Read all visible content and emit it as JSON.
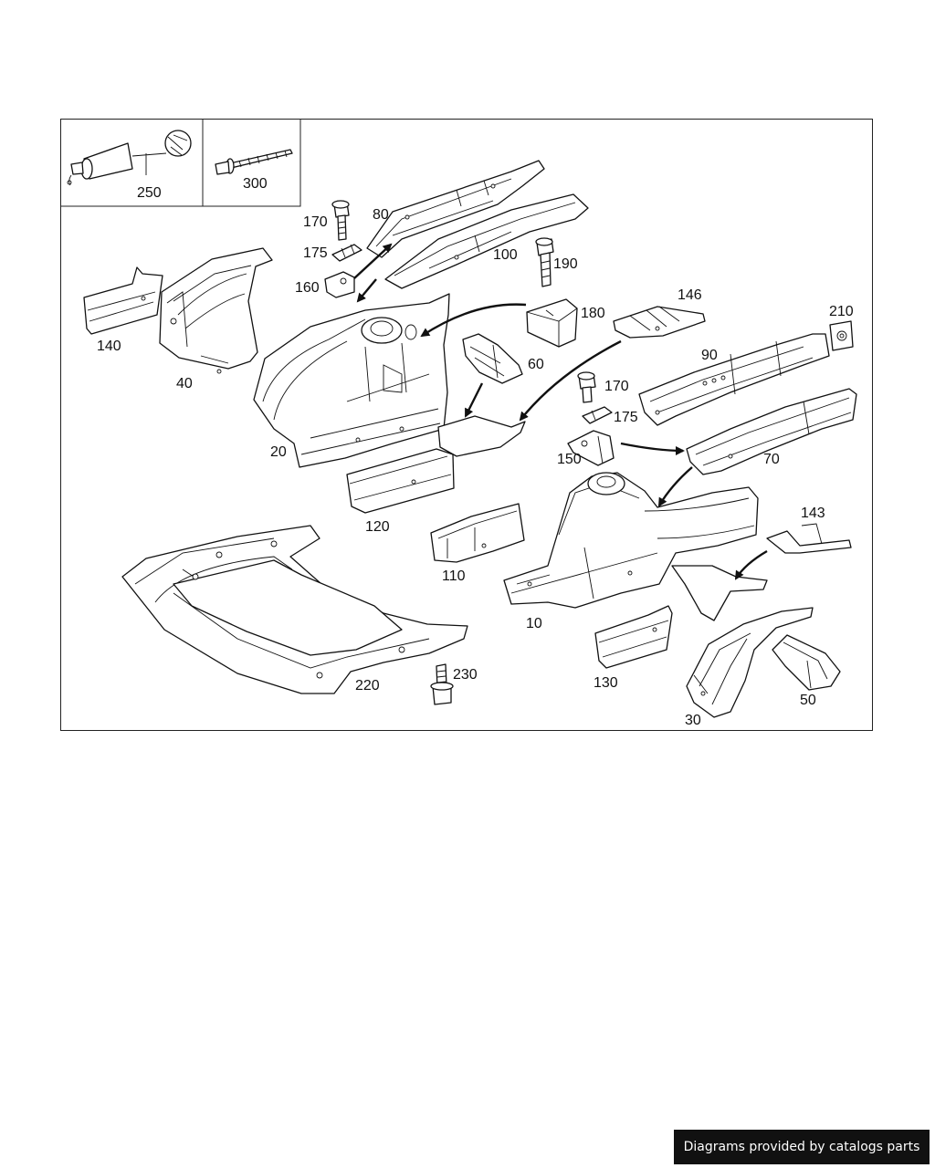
{
  "callouts": {
    "c10": "10",
    "c20": "20",
    "c30": "30",
    "c40": "40",
    "c50": "50",
    "c60": "60",
    "c70": "70",
    "c80": "80",
    "c90": "90",
    "c100": "100",
    "c110": "110",
    "c120": "120",
    "c130": "130",
    "c140": "140",
    "c143": "143",
    "c146": "146",
    "c150": "150",
    "c160": "160",
    "c170a": "170",
    "c170b": "170",
    "c175a": "175",
    "c175b": "175",
    "c180": "180",
    "c190": "190",
    "c210": "210",
    "c220": "220",
    "c230": "230",
    "c250": "250",
    "c300": "300"
  },
  "footer": {
    "text": "Diagrams provided by catalogs parts"
  }
}
